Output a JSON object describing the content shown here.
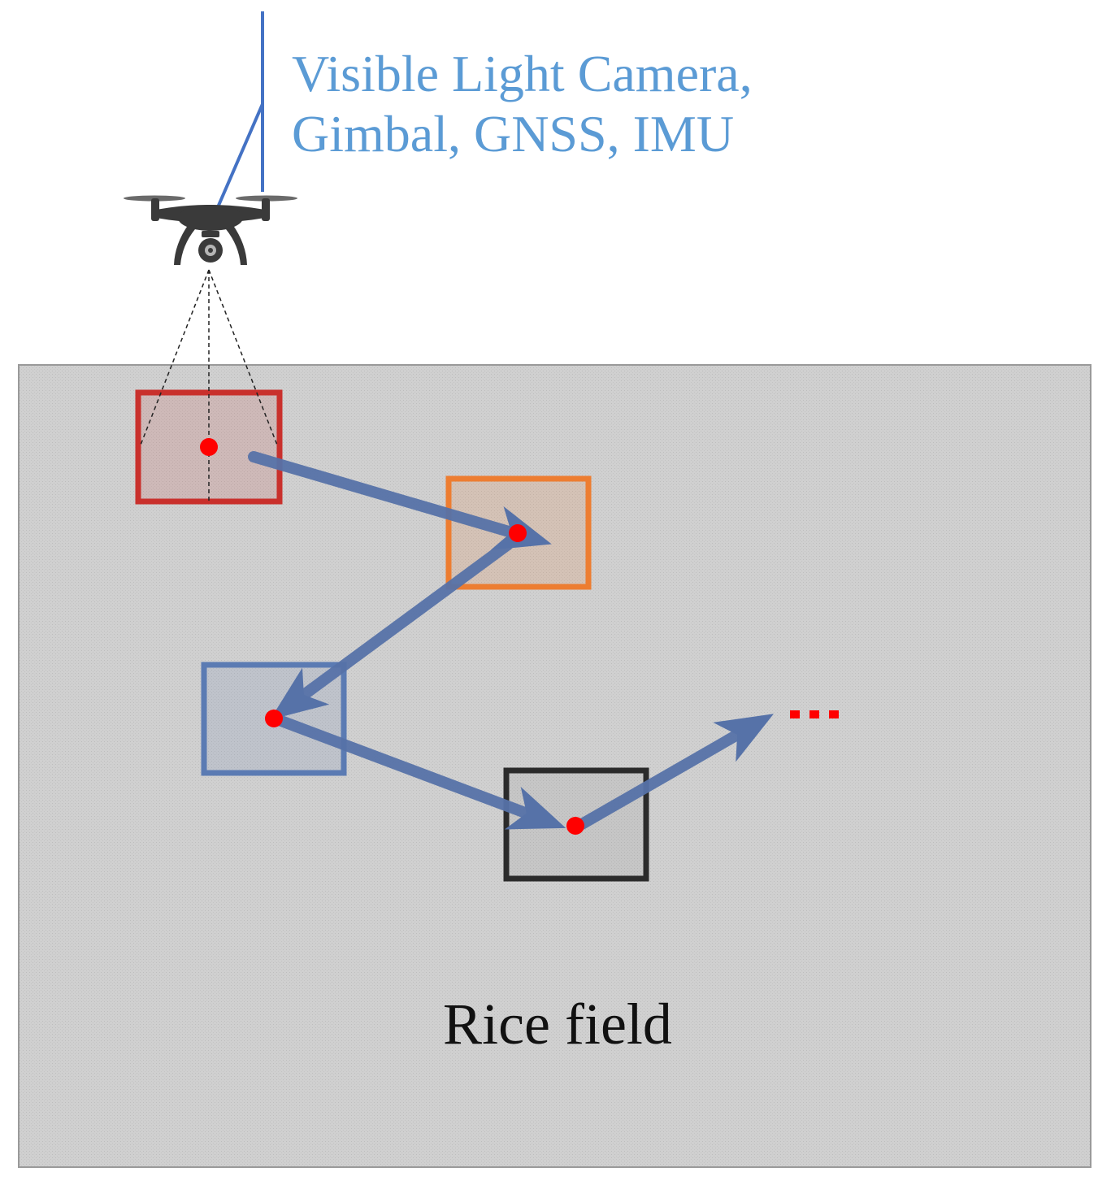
{
  "labels": {
    "sensor_line1": "Visible Light Camera,",
    "sensor_line2": "Gimbal, GNSS, IMU",
    "field": "Rice field",
    "continuation": "···"
  },
  "icons": {
    "drone": "drone-icon"
  },
  "colors": {
    "sensor_text": "#5b9bd5",
    "leader_line": "#4472c4",
    "field_fill": "#d0d0d0",
    "field_border": "#9a9a9a",
    "arrow": "#5672a8",
    "center_dot": "#ff0000",
    "frame_1": "#c9302c",
    "frame_2": "#ed7d31",
    "frame_3": "#5b7bb3",
    "frame_4": "#2b2b2b",
    "drone_body": "#3a3a3a"
  }
}
